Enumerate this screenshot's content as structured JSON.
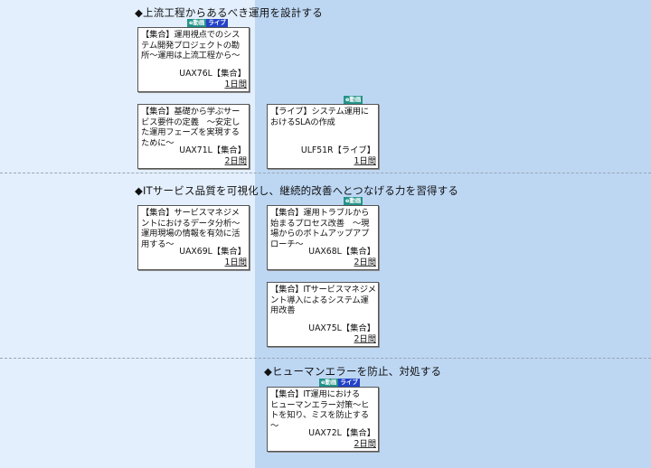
{
  "colors": {
    "left_bg": "#e3effc",
    "right_bg": "#bdd7f3",
    "badge_evideo": "#23948a",
    "badge_live": "#2442c8"
  },
  "badge_labels": {
    "evideo": "e動画",
    "live": "ライブ"
  },
  "sections": [
    {
      "heading": "◆上流工程からあるべき運用を設計する",
      "cards": [
        {
          "title": "【集合】運用視点でのシステム開発プロジェクトの勘所～運用は上流工程から～",
          "code": "UAX76L【集合】",
          "days": "1日間",
          "badges": [
            "e動画",
            "ライブ"
          ]
        },
        {
          "title": "【集合】基礎から学ぶサービス要件の定義　～安定した運用フェーズを実現するために～",
          "code": "UAX71L【集合】",
          "days": "2日間",
          "badges": []
        },
        {
          "title": "【ライブ】システム運用におけるSLAの作成",
          "code": "ULF51R【ライブ】",
          "days": "1日間",
          "badges": [
            "e動画"
          ]
        }
      ]
    },
    {
      "heading": "◆ITサービス品質を可視化し、継続的改善へとつなげる力を習得する",
      "cards": [
        {
          "title": "【集合】サービスマネジメントにおけるデータ分析～運用現場の情報を有効に活用する～",
          "code": "UAX69L【集合】",
          "days": "1日間",
          "badges": []
        },
        {
          "title": "【集合】運用トラブルから始まるプロセス改善　～現場からのボトムアップアプローチ～",
          "code": "UAX68L【集合】",
          "days": "2日間",
          "badges": [
            "e動画"
          ]
        },
        {
          "title": "【集合】ITサービスマネジメント導入によるシステム運用改善",
          "code": "UAX75L【集合】",
          "days": "2日間",
          "badges": []
        }
      ]
    },
    {
      "heading": "◆ヒューマンエラーを防止、対処する",
      "cards": [
        {
          "title": "【集合】IT運用における\nヒューマンエラー対策～ヒトを知り、ミスを防止する～",
          "code": "UAX72L【集合】",
          "days": "2日間",
          "badges": [
            "e動画",
            "ライブ"
          ]
        }
      ]
    }
  ]
}
